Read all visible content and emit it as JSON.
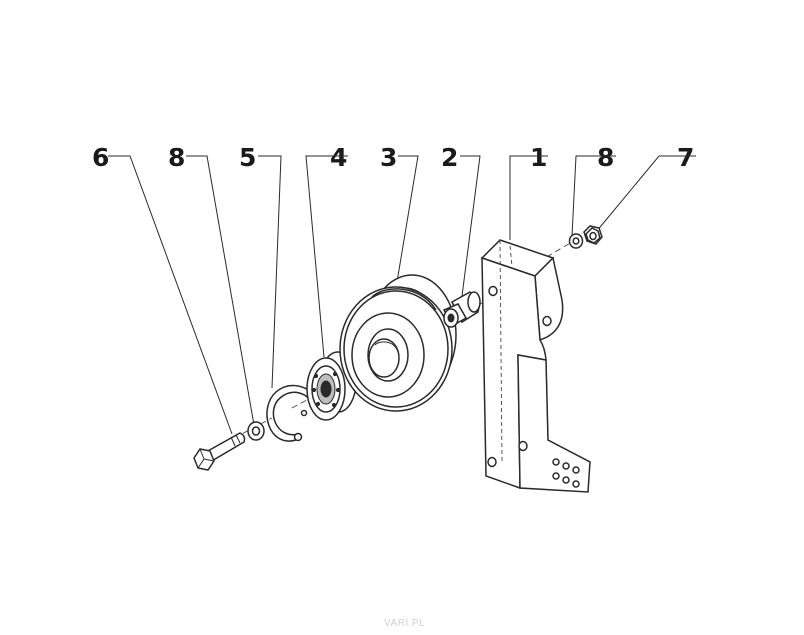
{
  "diagram": {
    "callouts": [
      {
        "id": "c6",
        "label": "6"
      },
      {
        "id": "c8a",
        "label": "8"
      },
      {
        "id": "c5",
        "label": "5"
      },
      {
        "id": "c4",
        "label": "4"
      },
      {
        "id": "c3",
        "label": "3"
      },
      {
        "id": "c2",
        "label": "2"
      },
      {
        "id": "c1",
        "label": "1"
      },
      {
        "id": "c8b",
        "label": "8"
      },
      {
        "id": "c7",
        "label": "7"
      }
    ],
    "parts": [
      "bolt",
      "washer",
      "retaining-ring",
      "bearing",
      "pulley",
      "spacer-bushing",
      "bracket",
      "washer",
      "nut"
    ]
  },
  "footer": {
    "watermark": "VARI.PL"
  }
}
